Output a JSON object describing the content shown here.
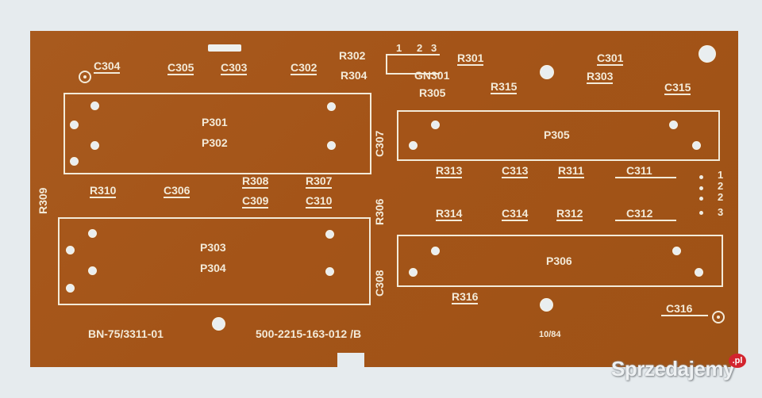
{
  "scene": {
    "description": "Bare printed circuit board (PCB) photo with white silkscreen component designators",
    "board_color": "#a55618",
    "silkscreen_color": "#f3ead8",
    "background_color": "#e6ebee"
  },
  "connector": {
    "label": "GN301",
    "pins": [
      "1",
      "2",
      "3"
    ]
  },
  "components": {
    "top_row": [
      "C304",
      "C305",
      "C303",
      "C302",
      "R302",
      "R304",
      "R305",
      "R301",
      "R315",
      "C301",
      "R303",
      "C315"
    ],
    "middle_left": [
      "R309",
      "R310",
      "C306",
      "R308",
      "R307",
      "C309",
      "C310"
    ],
    "vertical_center": [
      "C307",
      "R306",
      "C308"
    ],
    "middle_right_row1": [
      "R313",
      "C313",
      "R311",
      "C311"
    ],
    "middle_right_row2": [
      "R314",
      "C314",
      "R312",
      "C312"
    ],
    "bottom": [
      "R316",
      "C316"
    ]
  },
  "pads_right_edge": [
    "1",
    "2",
    "2",
    "3"
  ],
  "modules": {
    "p_top_left": [
      "P301",
      "P302"
    ],
    "p_bottom_left": [
      "P303",
      "P304"
    ],
    "p_top_right": "P305",
    "p_bottom_right": "P306"
  },
  "footer": {
    "standard": "BN-75/3311-01",
    "part_number": "500-2215-163-012 /B",
    "date_code": "10/84"
  },
  "watermark": {
    "text": "Sprzedajemy",
    "badge": ".pl"
  }
}
